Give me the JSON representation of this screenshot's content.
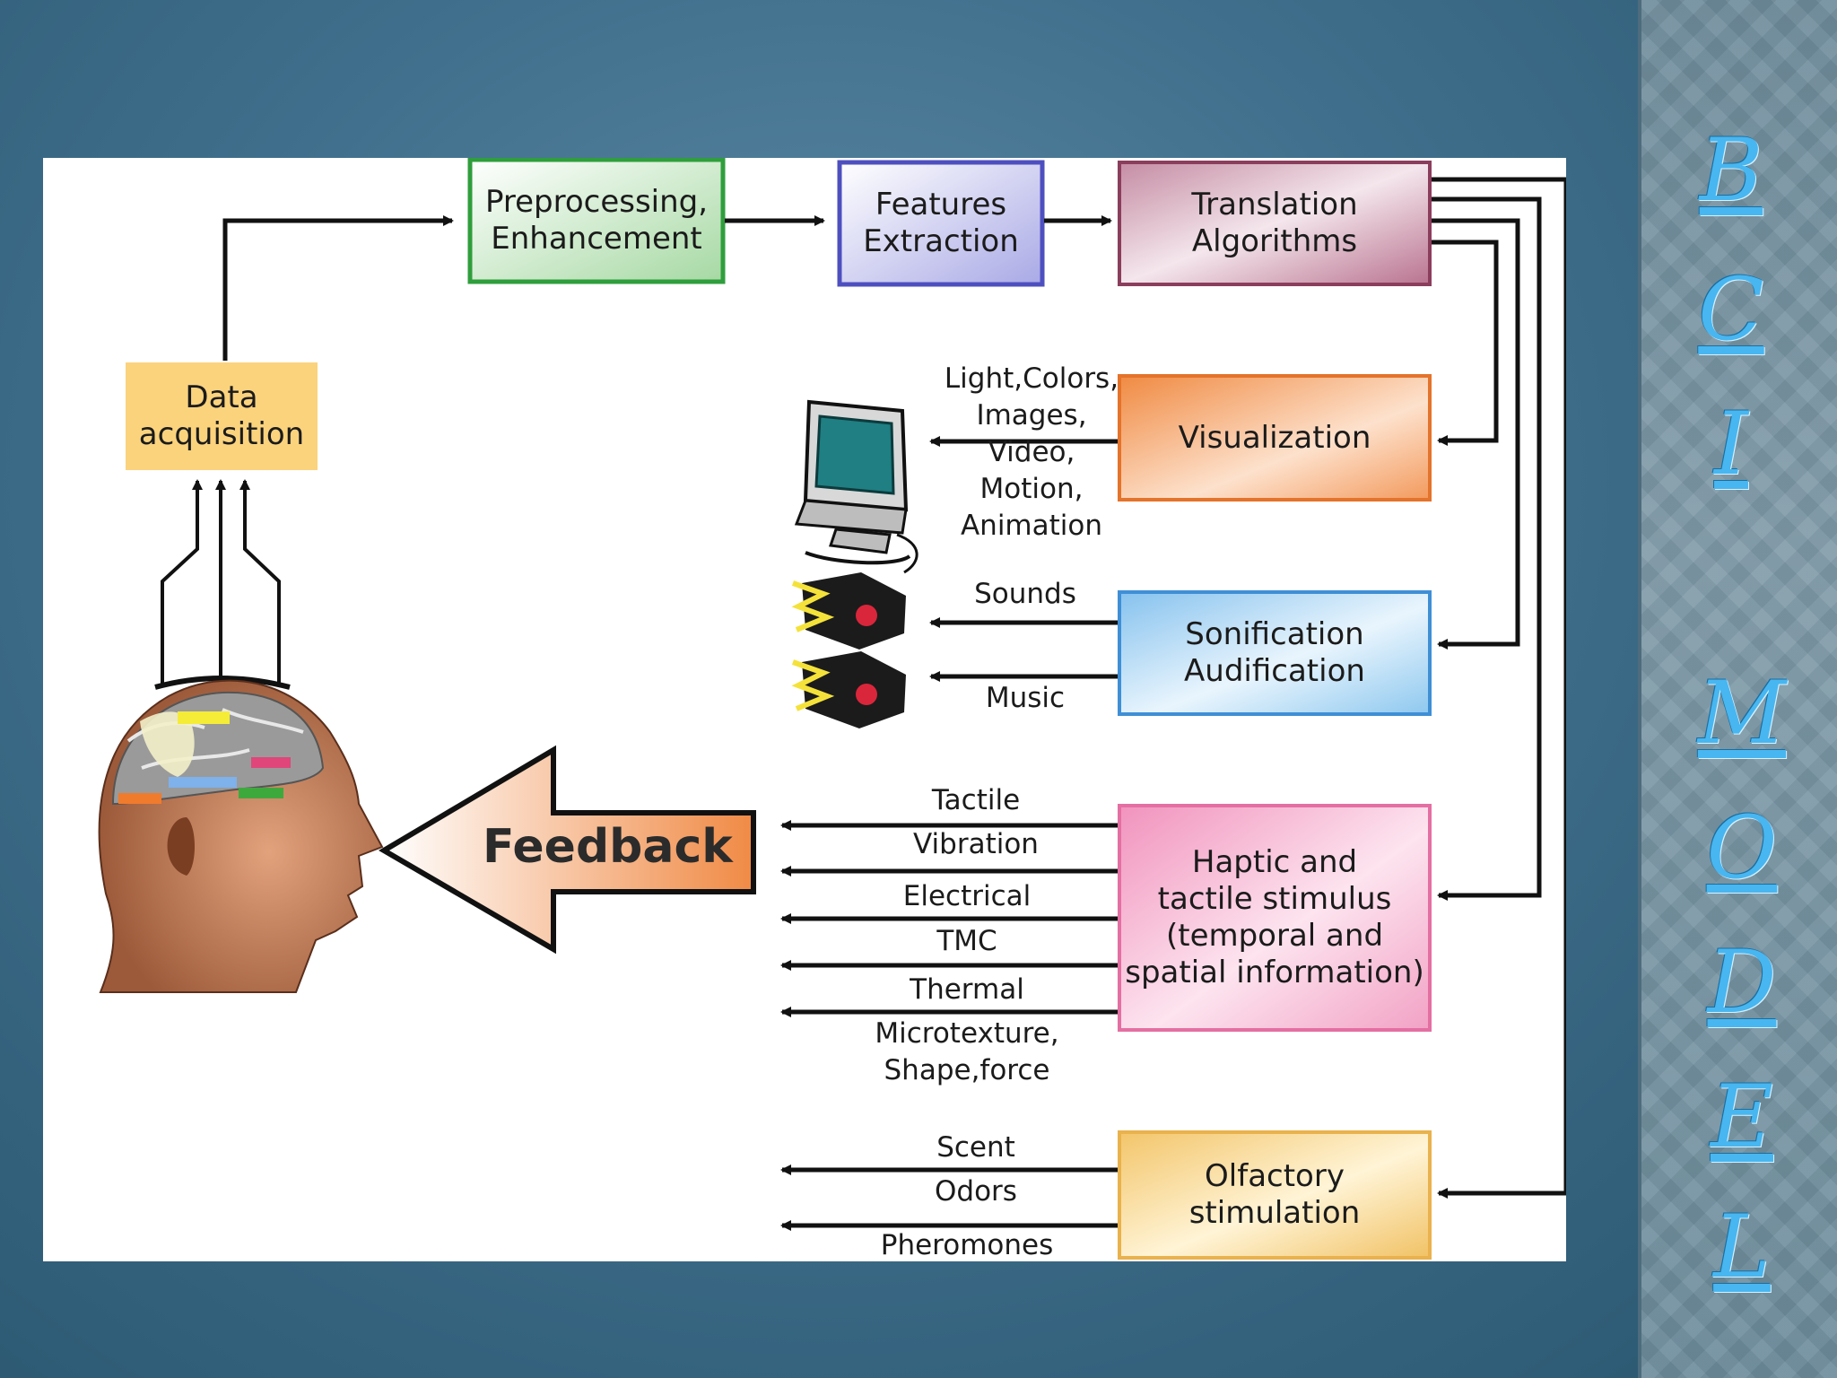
{
  "side_title": {
    "letters": [
      "B",
      "C",
      "I",
      "M",
      "O",
      "D",
      "E",
      "L"
    ],
    "color": "#48b6f0"
  },
  "diagram": {
    "nodes": {
      "data_acquisition": {
        "label": "Data\nacquisition",
        "color": "#fbd37d"
      },
      "preprocessing": {
        "label": "Preprocessing,\nEnhancement",
        "color": "#2f9e3c"
      },
      "features": {
        "label": "Features\nExtraction",
        "color": "#4e4fbf"
      },
      "translation": {
        "label": "Translation\nAlgorithms",
        "color": "#8b3e5c"
      },
      "visualization": {
        "label": "Visualization",
        "color": "#ec7a2e"
      },
      "sonification": {
        "label": "Sonification\nAudification",
        "color": "#3f8fd6"
      },
      "haptic": {
        "label": "Haptic and\ntactile stimulus\n(temporal and\nspatial information)",
        "color": "#e46fa2"
      },
      "olfactory": {
        "label": "Olfactory\nstimulation",
        "color": "#e9b24d"
      }
    },
    "feedback": {
      "label": "Feedback",
      "color": "#ee8a4e"
    },
    "edge_labels": {
      "visual": "Light,Colors,\nImages,\nVideo,\nMotion,\nAnimation",
      "sounds": "Sounds",
      "music": "Music",
      "tactile": "Tactile",
      "vibration": "Vibration",
      "electrical": "Electrical",
      "tmc": "TMC",
      "thermal": "Thermal",
      "microtexture": "Microtexture,\nShape,force",
      "scent": "Scent",
      "odors": "Odors",
      "pheromones": "Pheromones"
    },
    "icons": [
      "monitor-icon",
      "speaker-icon",
      "head-brain-icon"
    ]
  }
}
